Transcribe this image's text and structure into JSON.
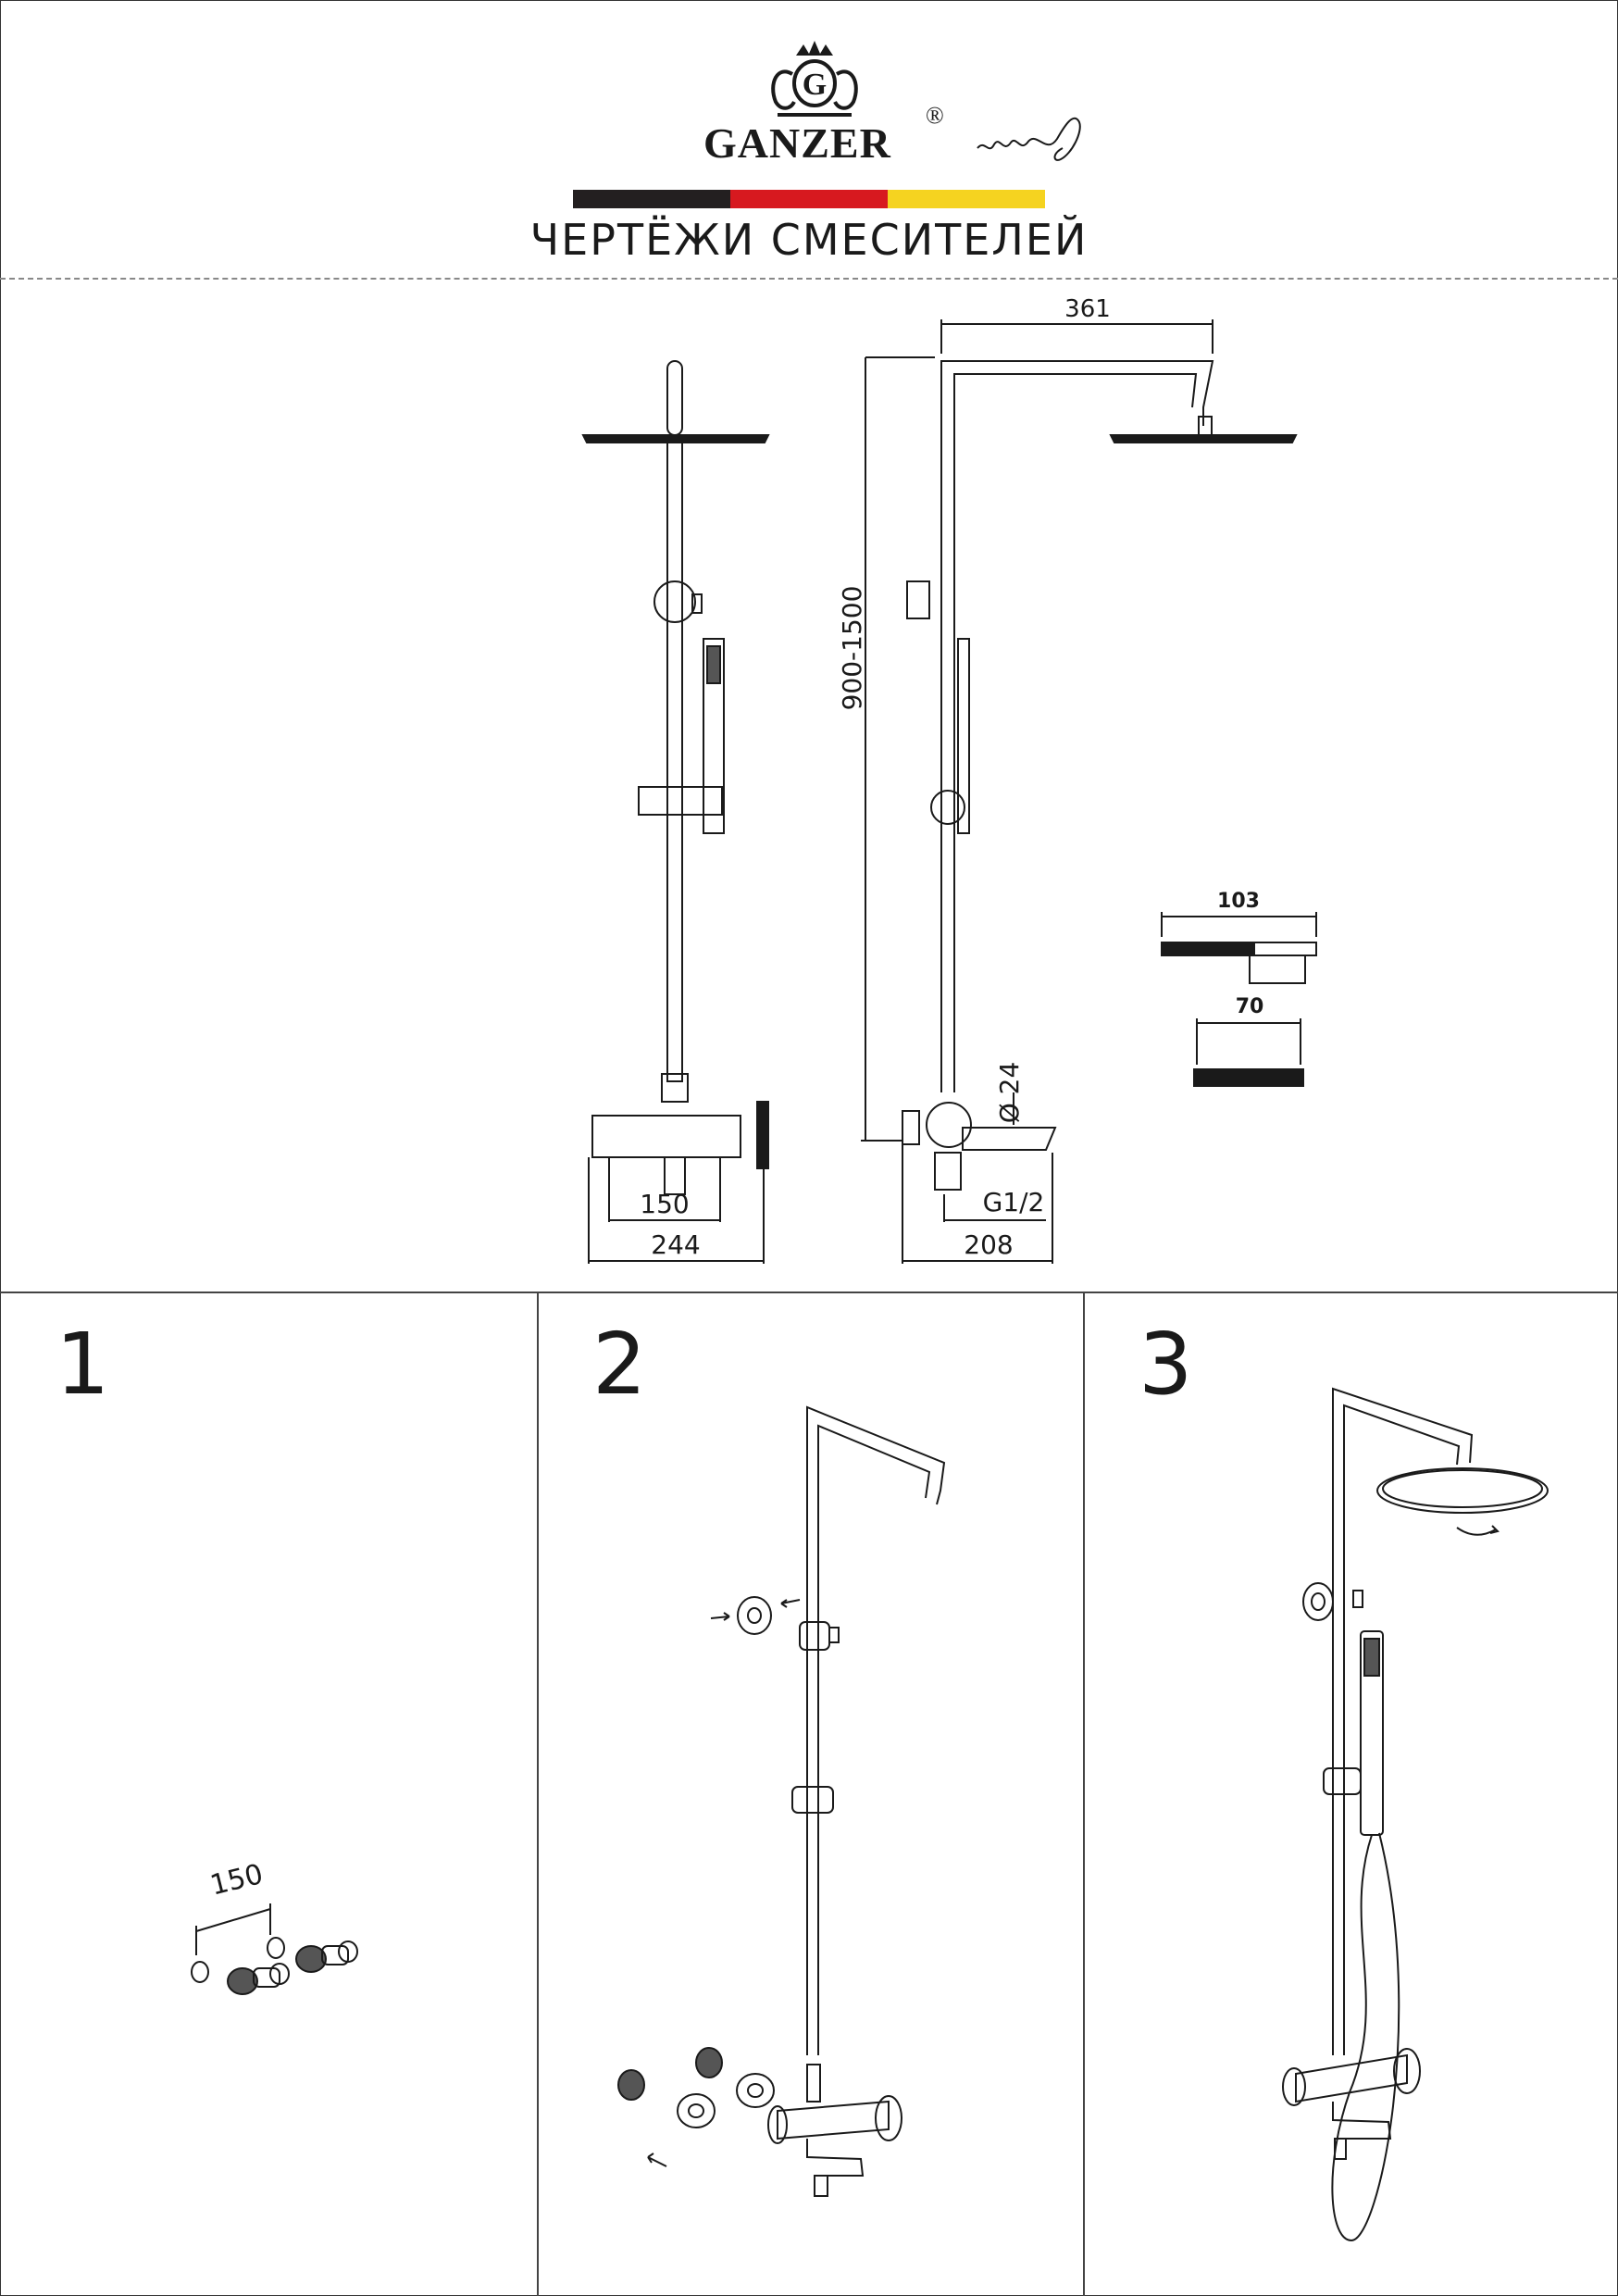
{
  "header": {
    "brand": "GANZER",
    "registered_mark": "®",
    "title": "ЧЕРТЁЖИ СМЕСИТЕЛЕЙ",
    "stripe_colors": [
      "#231f20",
      "#d7191f",
      "#f5d320"
    ]
  },
  "drawing": {
    "dim_arm_length": "361",
    "dim_height": "900-1500",
    "dim_pipe_diameter": "Ø 24",
    "dim_thread": "G1/2",
    "dim_inlet_spacing": "150",
    "dim_mixer_width": "244",
    "dim_mixer_depth": "208",
    "dim_handshower_length": "103",
    "dim_handshower_width": "70"
  },
  "steps": [
    {
      "number": "1",
      "dim_label": "150"
    },
    {
      "number": "2"
    },
    {
      "number": "3"
    }
  ]
}
